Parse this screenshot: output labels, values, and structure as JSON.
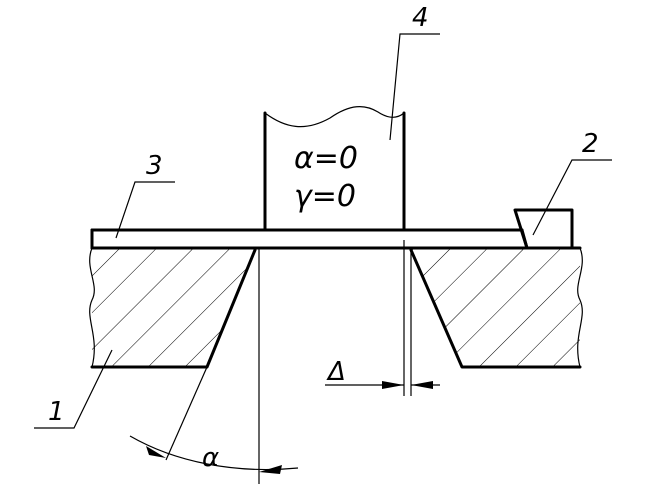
{
  "labels": {
    "part1": "1",
    "part2": "2",
    "part3": "3",
    "part4": "4",
    "alpha_eq": "α=0",
    "gamma_eq": "γ=0",
    "delta": "Δ",
    "alpha": "α"
  },
  "colors": {
    "ink": "#000000",
    "background": "#ffffff"
  }
}
